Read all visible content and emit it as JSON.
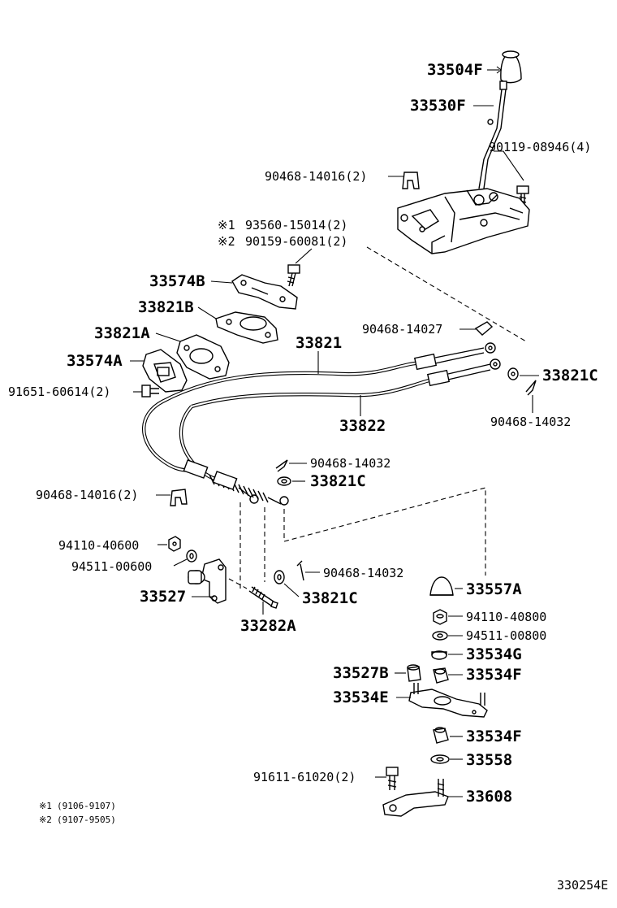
{
  "diagram_code": "330254E",
  "notes": [
    {
      "mark": "※1",
      "text": "(9106-9107)"
    },
    {
      "mark": "※2",
      "text": "(9107-9505)"
    }
  ],
  "callouts": {
    "c33504F": "33504F",
    "c33530F": "33530F",
    "c90119_08946": "90119-08946(4)",
    "c90468_14016_top": "90468-14016(2)",
    "c93560_15014": "93560-15014(2)",
    "c90159_60081": "90159-60081(2)",
    "c33574B": "33574B",
    "c33821B": "33821B",
    "c33821A": "33821A",
    "c33821": "33821",
    "c90468_14027": "90468-14027",
    "c33574A": "33574A",
    "c33821C_right": "33821C",
    "c91651_60614": "91651-60614(2)",
    "c33822": "33822",
    "c90468_14032_right": "90468-14032",
    "c90468_14032_mid": "90468-14032",
    "c33821C_mid": "33821C",
    "c90468_14016_left": "90468-14016(2)",
    "c94110_40600": "94110-40600",
    "c94511_00600": "94511-00600",
    "c90468_14032_low": "90468-14032",
    "c33527": "33527",
    "c33821C_low": "33821C",
    "c33282A": "33282A",
    "c33557A": "33557A",
    "c94110_40800": "94110-40800",
    "c94511_00800": "94511-00800",
    "c33534G": "33534G",
    "c33527B": "33527B",
    "c33534F_a": "33534F",
    "c33534E": "33534E",
    "c33534F_b": "33534F",
    "c33558": "33558",
    "c91611_61020": "91611-61020(2)",
    "c33608": "33608"
  }
}
